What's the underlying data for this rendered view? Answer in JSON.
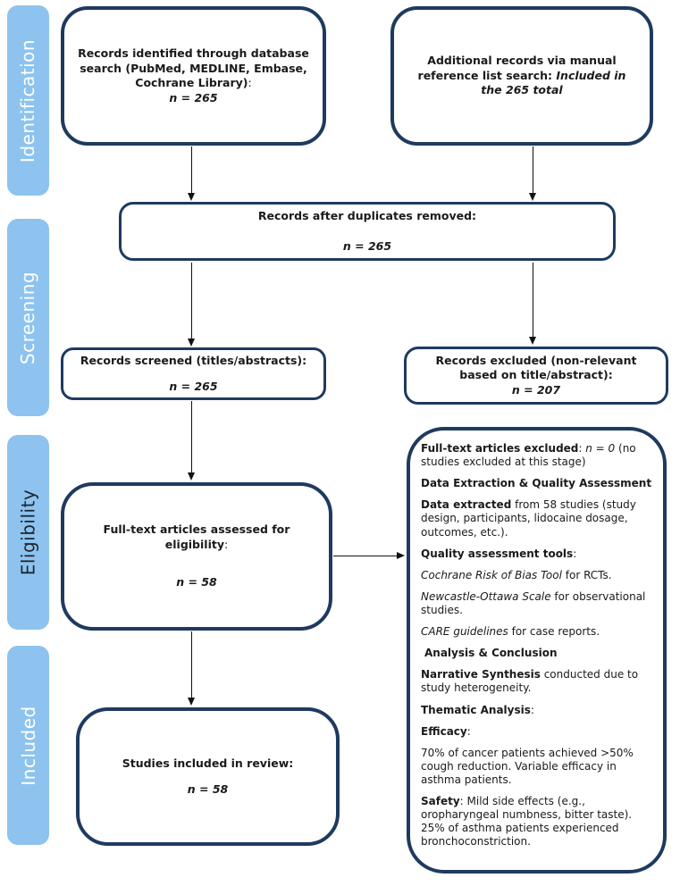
{
  "colors": {
    "stage_fill": "#8dc3ee",
    "box_border": "#1f3a5f",
    "stage_text_light": "#ffffff",
    "stage_text_dark": "#1b2430",
    "arrow": "#111111"
  },
  "sidebar": {
    "stages": [
      {
        "label": "Identification"
      },
      {
        "label": "Screening"
      },
      {
        "label": "Eligibility"
      },
      {
        "label": "Included"
      }
    ]
  },
  "boxes": {
    "identified": {
      "line1": [
        {
          "t": "Records identified through database search (PubMed, MEDLINE, Embase, Cochrane Library)",
          "b": true
        },
        {
          "t": ":"
        }
      ],
      "line2": [
        {
          "t": "n = 265",
          "b": true,
          "i": true
        }
      ]
    },
    "additional": {
      "line1": [
        {
          "t": "Additional records via manual reference list search: ",
          "b": true
        },
        {
          "t": "Included in the 265 total",
          "b": true,
          "i": true
        }
      ]
    },
    "duplicates": {
      "line1": [
        {
          "t": "Records after duplicates removed:",
          "b": true
        }
      ],
      "line2": [
        {
          "t": "n = 265",
          "b": true,
          "i": true
        }
      ]
    },
    "screened": {
      "line1": [
        {
          "t": "Records screened (titles/abstracts):",
          "b": true
        }
      ],
      "line2": [
        {
          "t": "n = 265",
          "b": true,
          "i": true
        }
      ]
    },
    "excluded": {
      "line1": [
        {
          "t": "Records excluded (non-relevant based on title/abstract):",
          "b": true
        }
      ],
      "line2": [
        {
          "t": "n = 207",
          "b": true,
          "i": true
        }
      ]
    },
    "fulltext": {
      "line1": [
        {
          "t": "Full-text articles assessed for eligibility",
          "b": true
        },
        {
          "t": ":"
        }
      ],
      "line2": [
        {
          "t": "n = 58",
          "b": true,
          "i": true
        }
      ]
    },
    "included_review": {
      "line1": [
        {
          "t": "Studies included in review:",
          "b": true
        }
      ],
      "line2": [
        {
          "t": "n = 58",
          "b": true,
          "i": true
        }
      ]
    },
    "detail": {
      "paragraphs": [
        [
          {
            "t": "Full-text articles excluded",
            "b": true
          },
          {
            "t": ": "
          },
          {
            "t": "n = 0",
            "i": true
          },
          {
            "t": " (no studies excluded at this stage)"
          }
        ],
        [
          {
            "t": "Data Extraction & Quality Assessment",
            "b": true
          }
        ],
        [
          {
            "t": "Data extracted",
            "b": true
          },
          {
            "t": " from 58 studies (study design, participants, lidocaine dosage, outcomes, etc.)."
          }
        ],
        [
          {
            "t": "Quality assessment tools",
            "b": true
          },
          {
            "t": ":"
          }
        ],
        [
          {
            "t": "Cochrane Risk of Bias Tool",
            "i": true
          },
          {
            "t": " for RCTs."
          }
        ],
        [
          {
            "t": "Newcastle-Ottawa Scale",
            "i": true
          },
          {
            "t": " for observational studies."
          }
        ],
        [
          {
            "t": "CARE guidelines",
            "i": true
          },
          {
            "t": " for case reports."
          }
        ],
        [
          {
            "t": "Analysis & Conclusion",
            "b": true
          }
        ],
        [
          {
            "t": "Narrative Synthesis",
            "b": true
          },
          {
            "t": " conducted due to study heterogeneity."
          }
        ],
        [
          {
            "t": "Thematic Analysis",
            "b": true
          },
          {
            "t": ":"
          }
        ],
        [
          {
            "t": "Efficacy",
            "b": true
          },
          {
            "t": ":"
          }
        ],
        [
          {
            "t": "70% of cancer patients achieved >50% cough reduction. Variable efficacy in asthma patients."
          }
        ],
        [
          {
            "t": "Safety",
            "b": true
          },
          {
            "t": ": Mild side effects (e.g., oropharyngeal numbness, bitter taste). 25% of asthma patients experienced bronchoconstriction."
          }
        ]
      ]
    }
  }
}
